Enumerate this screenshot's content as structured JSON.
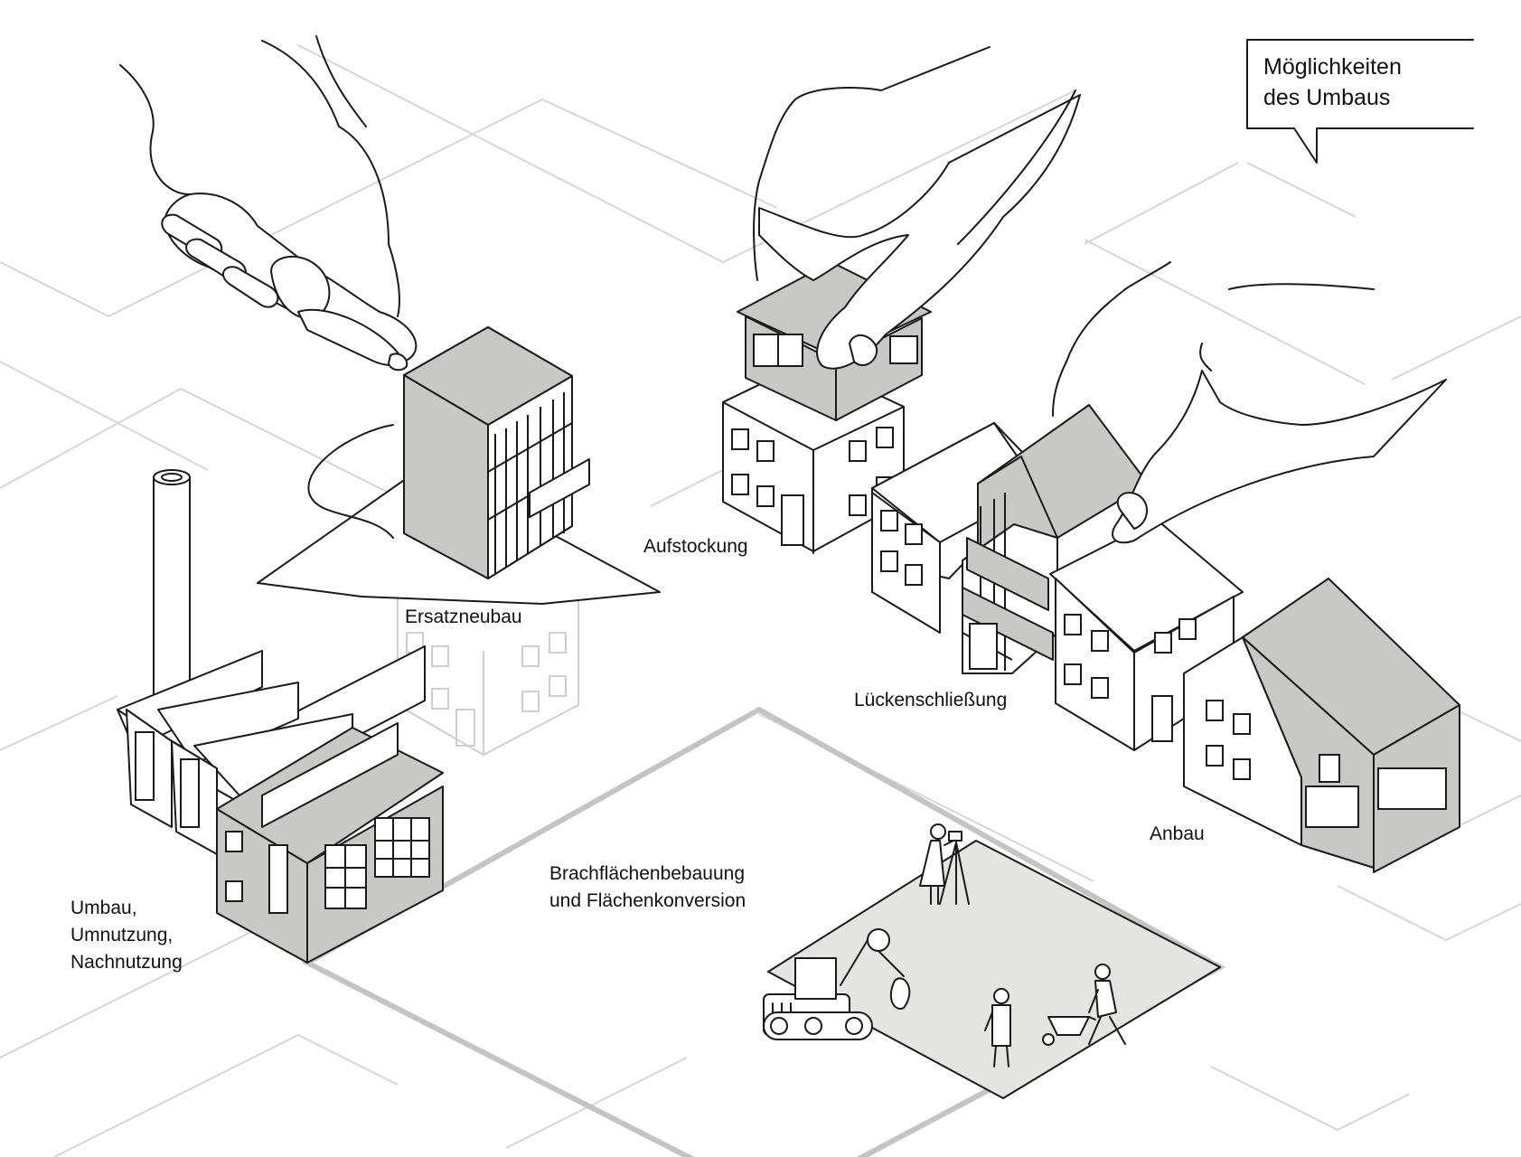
{
  "title": "Möglichkeiten\ndes Umbaus",
  "labels": {
    "ersatzneubau": "Ersatzneubau",
    "aufstockung": "Aufstockung",
    "lueckenschliessung": "Lückenschließung",
    "anbau": "Anbau",
    "brachflaechen": "Brachflächenbebauung\nund Flächenkonversion",
    "umbau": "Umbau,\nUmnutzung,\nNachnutzung"
  },
  "colors": {
    "grey_fill": "#c8c8c6",
    "site_fill": "#e4e4e2",
    "grid_line": "#d6d6d6",
    "outline": "#1a1a1a"
  }
}
